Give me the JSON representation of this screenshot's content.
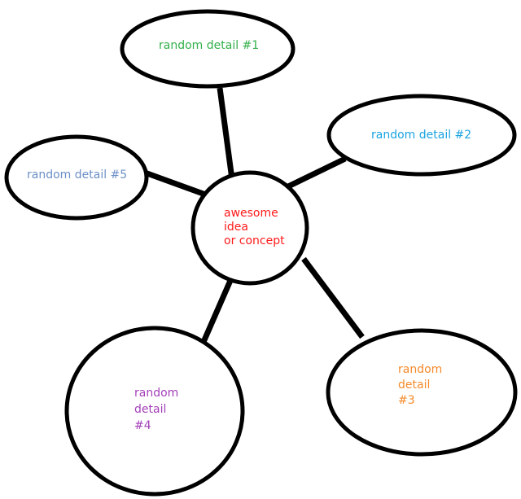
{
  "center": {
    "lines": [
      "awesome",
      "idea",
      "or concept"
    ],
    "color": "#ff1a1a"
  },
  "details": [
    {
      "id": "detail-1",
      "lines": [
        "random detail #1"
      ],
      "color": "#33b04a"
    },
    {
      "id": "detail-2",
      "lines": [
        "random detail #2"
      ],
      "color": "#1aa3e0"
    },
    {
      "id": "detail-3",
      "lines": [
        "random",
        "detail",
        "#3"
      ],
      "color": "#f58a2a"
    },
    {
      "id": "detail-4",
      "lines": [
        "random",
        "detail",
        "#4"
      ],
      "color": "#a33fb8"
    },
    {
      "id": "detail-5",
      "lines": [
        "random detail #5"
      ],
      "color": "#6b8fc7"
    }
  ]
}
